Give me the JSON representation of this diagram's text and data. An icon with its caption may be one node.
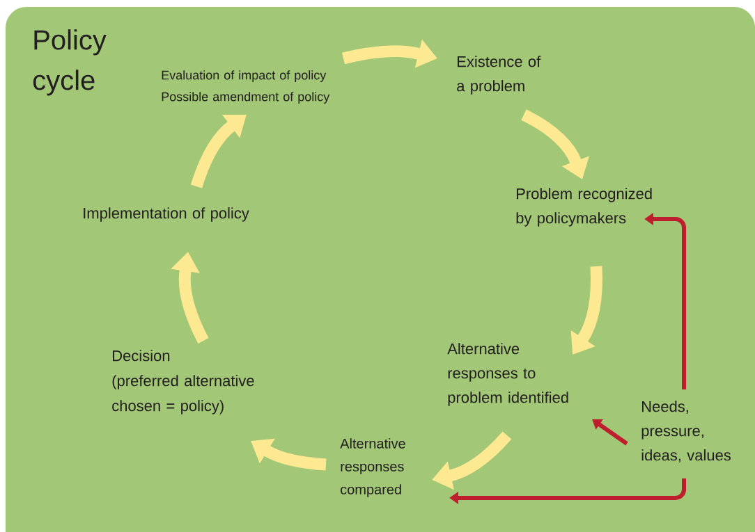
{
  "diagram": {
    "title": "Policy cycle",
    "nodes": [
      {
        "text": [
          "Existence of a problem"
        ]
      },
      {
        "text": [
          "Problem recognized by policymakers"
        ]
      },
      {
        "text": [
          "Alternative responses to problem identified"
        ]
      },
      {
        "text": [
          "Alternative responses compared"
        ]
      },
      {
        "text": [
          "Decision",
          "(preferred alternative chosen = policy)"
        ]
      },
      {
        "text": [
          "Implementation of policy"
        ]
      },
      {
        "text": [
          "Evaluation of impact of policy",
          "Possible amendment of policy"
        ]
      },
      {
        "text": [
          "Needs, pressure, ideas, values"
        ]
      }
    ],
    "edges": [
      {
        "from": 6,
        "to": 0,
        "arrow": "to"
      },
      {
        "from": 0,
        "to": 1,
        "arrow": "to"
      },
      {
        "from": 1,
        "to": 2,
        "arrow": "to"
      },
      {
        "from": 2,
        "to": 3,
        "arrow": "to"
      },
      {
        "from": 3,
        "to": 4,
        "arrow": "to"
      },
      {
        "from": 4,
        "to": 5,
        "arrow": "to"
      },
      {
        "from": 5,
        "to": 6,
        "arrow": "to"
      },
      {
        "from": 7,
        "to": 1,
        "arrow": "to",
        "color": "#be1e2d"
      },
      {
        "from": 7,
        "to": 2,
        "arrow": "to",
        "color": "#be1e2d"
      },
      {
        "from": 7,
        "to": 3,
        "arrow": "to",
        "color": "#be1e2d"
      }
    ]
  }
}
